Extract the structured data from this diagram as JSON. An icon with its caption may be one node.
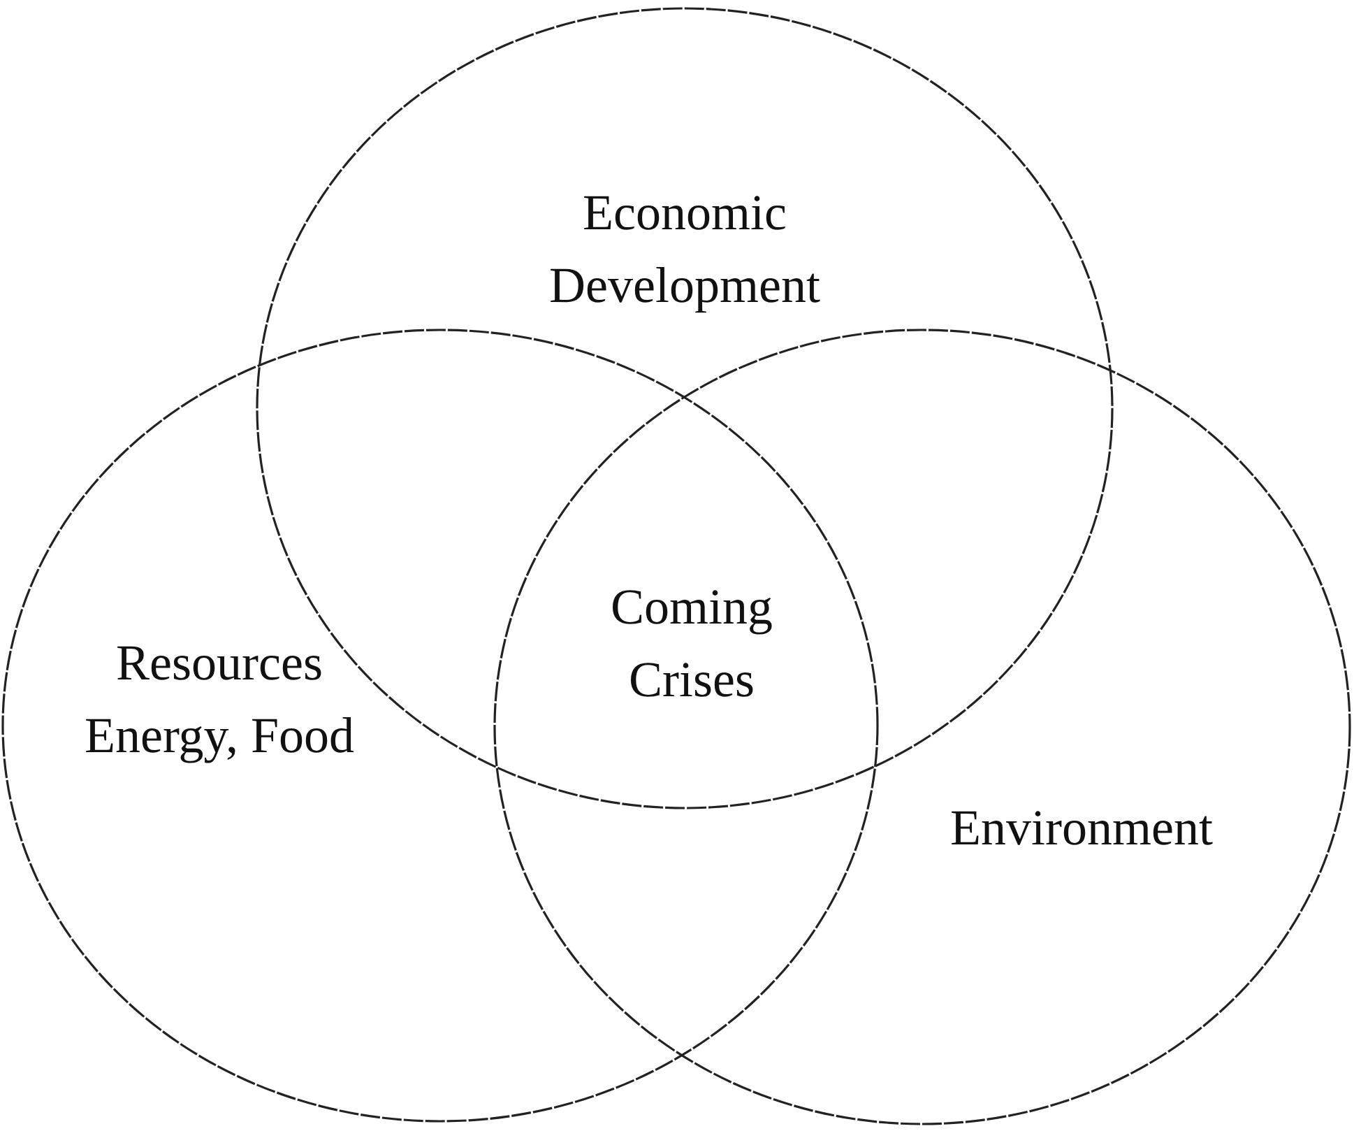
{
  "diagram": {
    "nodes": [
      {
        "text": [
          "Economic Development"
        ]
      },
      {
        "text": [
          "Resources Energy, Food"
        ]
      },
      {
        "text": [
          "Environment"
        ]
      }
    ],
    "labels": [
      "Coming Crises"
    ]
  }
}
